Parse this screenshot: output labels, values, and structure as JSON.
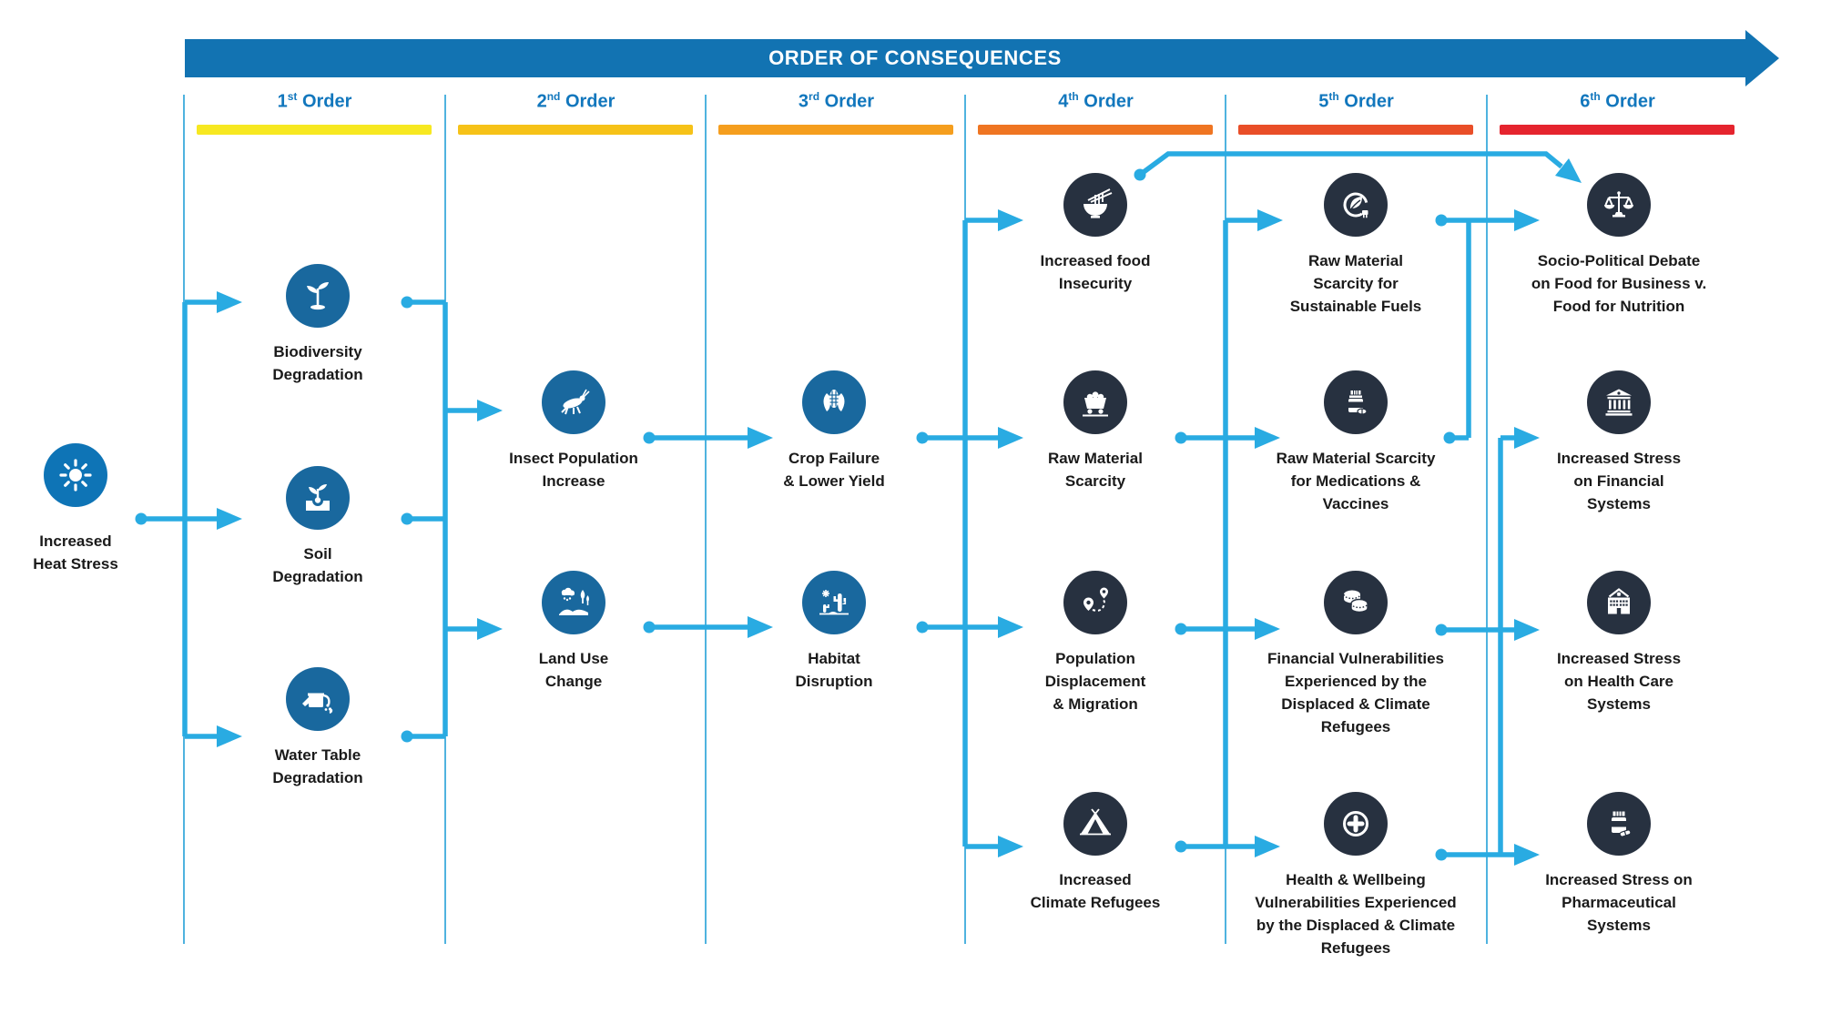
{
  "banner": {
    "title": "ORDER OF CONSEQUENCES"
  },
  "columns": [
    {
      "num": "1",
      "suffix": "st",
      "word": "Order",
      "bar_color": "#F7E821"
    },
    {
      "num": "2",
      "suffix": "nd",
      "word": "Order",
      "bar_color": "#F6C218"
    },
    {
      "num": "3",
      "suffix": "rd",
      "word": "Order",
      "bar_color": "#F59E1E"
    },
    {
      "num": "4",
      "suffix": "th",
      "word": "Order",
      "bar_color": "#EF7522"
    },
    {
      "num": "5",
      "suffix": "th",
      "word": "Order",
      "bar_color": "#E94E28"
    },
    {
      "num": "6",
      "suffix": "th",
      "word": "Order",
      "bar_color": "#E5242E"
    }
  ],
  "root": {
    "label": "Increased\nHeat Stress"
  },
  "nodes": [
    {
      "id": "biodiversity",
      "label": "Biodiversity\nDegradation"
    },
    {
      "id": "soil",
      "label": "Soil\nDegradation"
    },
    {
      "id": "water-table",
      "label": "Water Table\nDegradation"
    },
    {
      "id": "insect",
      "label": "Insect Population\nIncrease"
    },
    {
      "id": "land-use",
      "label": "Land Use\nChange"
    },
    {
      "id": "crop-failure",
      "label": "Crop Failure\n& Lower Yield"
    },
    {
      "id": "habitat",
      "label": "Habitat\nDisruption"
    },
    {
      "id": "food-insecurity",
      "label": "Increased food\nInsecurity"
    },
    {
      "id": "raw-material",
      "label": "Raw Material\nScarcity"
    },
    {
      "id": "displacement",
      "label": "Population\nDisplacement\n& Migration"
    },
    {
      "id": "climate-refugees",
      "label": "Increased\nClimate Refugees"
    },
    {
      "id": "fuel-scarcity",
      "label": "Raw Material\nScarcity for\nSustainable Fuels"
    },
    {
      "id": "med-scarcity",
      "label": "Raw Material Scarcity\nfor Medications &\nVaccines"
    },
    {
      "id": "financial-vuln",
      "label": "Financial Vulnerabilities\nExperienced by the\nDisplaced & Climate\nRefugees"
    },
    {
      "id": "health-vuln",
      "label": "Health & Wellbeing\nVulnerabilities Experienced\nby the Displaced & Climate\nRefugees"
    },
    {
      "id": "socio-debate",
      "label": "Socio-Political Debate\non Food for Business v.\nFood for Nutrition"
    },
    {
      "id": "financial-sys",
      "label": "Increased Stress\non Financial\nSystems"
    },
    {
      "id": "healthcare-sys",
      "label": "Increased Stress\non Health Care\nSystems"
    },
    {
      "id": "pharma-sys",
      "label": "Increased Stress on\nPharmaceutical\nSystems"
    }
  ],
  "colors": {
    "banner_blue": "#1273B2",
    "header_blue": "#1277BD",
    "divider": "#4FB3DF",
    "connector": "#29ABE2",
    "icon_blue": "#19689E",
    "icon_heat": "#0E74B6",
    "icon_dark": "#273140",
    "ink": "#1A1A1A",
    "bg": "#FFFFFF"
  }
}
